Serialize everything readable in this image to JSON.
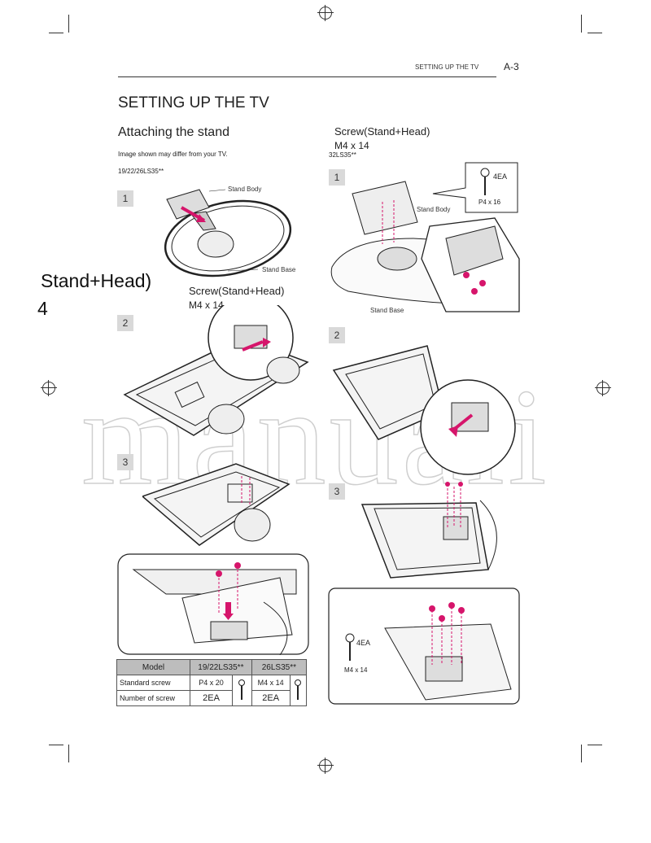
{
  "header": {
    "section": "SETTING UP THE TV",
    "page": "A-3"
  },
  "title": "SETTING UP THE TV",
  "subtitle": "Attaching the stand",
  "note": "Image shown may differ from your TV.",
  "left": {
    "model": "19/22/26LS35**",
    "steps": [
      "1",
      "2",
      "3"
    ],
    "labels": {
      "stand_body": "Stand Body",
      "stand_base": "Stand Base"
    },
    "overlay": {
      "stand_head": "Stand+Head)",
      "num": "4",
      "screw": "Screw(Stand+Head)",
      "size": "M4 x 14"
    }
  },
  "right": {
    "screw_title": "Screw(Stand+Head)",
    "screw_size": "M4 x 14",
    "model": "32LS35**",
    "steps": [
      "1",
      "2",
      "3"
    ],
    "labels": {
      "stand_body": "Stand Body",
      "stand_base": "Stand Base"
    },
    "callout1": {
      "qty": "4EA",
      "size": "P4 x 16"
    },
    "callout2": {
      "qty": "4EA",
      "size": "M4 x 14"
    }
  },
  "table": {
    "headers": [
      "Model",
      "19/22LS35**",
      "26LS35**"
    ],
    "rows": [
      [
        "Standard screw",
        "P4 x 20",
        "M4 x 14"
      ],
      [
        "Number of screw",
        "2EA",
        "2EA"
      ]
    ]
  },
  "watermark": "manuali",
  "colors": {
    "screw": "#d6156b",
    "step_box": "#d9d9d9"
  }
}
